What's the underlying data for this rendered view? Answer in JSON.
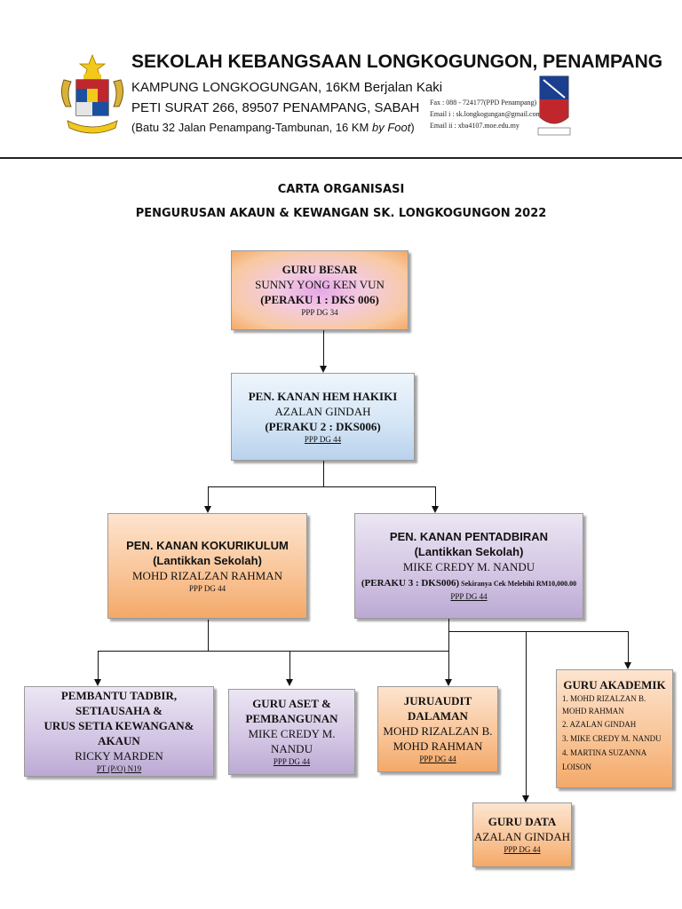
{
  "header": {
    "school_name": "SEKOLAH  KEBANGSAAN LONGKOGUNGON, PENAMPANG",
    "address_line1": "KAMPUNG LONGKOGUNGAN, 16KM Berjalan Kaki",
    "address_line2": "PETI SURAT 266, 89507 PENAMPANG, SABAH",
    "address_line3_prefix": "(Batu 32 Jalan Penampang-Tambunan, 16 KM ",
    "address_line3_italic": "by Foot",
    "address_line3_suffix": ")",
    "fax": "Fax : 088 - 724177(PPD Penampang)",
    "email1": "Email i : sk.longkogungan@gmail.com",
    "email2": "Email ii : xba4107.moe.edu.my"
  },
  "title": {
    "line1": "CARTA ORGANISASI",
    "line2": "PENGURUSAN AKAUN & KEWANGAN SK. LONGKOGUNGON 2022"
  },
  "nodes": {
    "guru_besar": {
      "role": "GURU BESAR",
      "name": "SUNNY YONG KEN VUN",
      "perakuan": "(PERAKU 1 : DKS 006)",
      "grade": "PPP DG 34"
    },
    "pk_hem": {
      "role": "PEN. KANAN HEM HAKIKI",
      "name": "AZALAN GINDAH",
      "perakuan": "(PERAKU 2 : DKS006)",
      "grade": "PPP DG 44"
    },
    "pk_koku": {
      "role": "PEN. KANAN KOKURIKULUM",
      "note": "(Lantikkan Sekolah)",
      "name": "MOHD RIZALZAN RAHMAN",
      "grade": "PPP DG 44"
    },
    "pk_pentadbiran": {
      "role": "PEN. KANAN PENTADBIRAN",
      "note": "(Lantikkan Sekolah)",
      "name": "MIKE CREDY M. NANDU",
      "perakuan": "(PERAKU 3 : DKS006)",
      "perakuan_note": " Sekiranya Cek Melebihi RM10,000.00",
      "grade": "PPP DG 44"
    },
    "pembantu": {
      "role_line1": "PEMBANTU TADBIR, SETIAUSAHA  &",
      "role_line2": "URUS SETIA KEWANGAN& AKAUN",
      "name": "RICKY MARDEN",
      "grade": "PT (P/O) N19"
    },
    "guru_aset": {
      "role_line1": "GURU ASET &",
      "role_line2": "PEMBANGUNAN",
      "name": "MIKE CREDY M. NANDU",
      "grade": "PPP DG 44"
    },
    "juruaudit": {
      "role": "JURUAUDIT DALAMAN",
      "name_line1": "MOHD RIZALZAN B.",
      "name_line2": "MOHD RAHMAN",
      "grade": "PPP DG 44"
    },
    "guru_akademik": {
      "role": "GURU AKADEMIK",
      "items": [
        "1. MOHD RIZALZAN B.",
        "MOHD RAHMAN",
        "2. AZALAN GINDAH",
        "3. MIKE CREDY M. NANDU",
        "4. MARTINA SUZANNA",
        "LOISON"
      ]
    },
    "guru_data": {
      "role": "GURU DATA",
      "name": "AZALAN GINDAH",
      "grade": "PPP DG 44"
    }
  },
  "colors": {
    "orange": "#f4a968",
    "blue": "#b9d2ec",
    "purple": "#bba9d3",
    "line": "#111111"
  }
}
